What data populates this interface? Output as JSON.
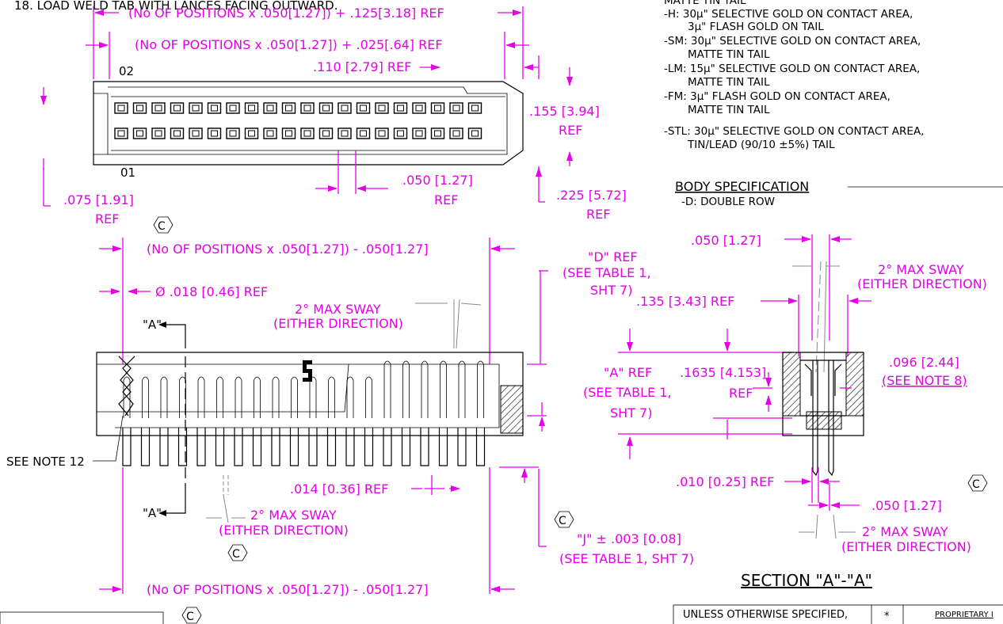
{
  "colors": {
    "dimension": "#e600e6",
    "outline": "#000000"
  },
  "top_note": "18. LOAD WELD TAB WITH LANCES FACING OUTWARD.",
  "top_view": {
    "dim_overall": "(No OF POSITIONS x .050[1.27]) + .125[3.18] REF",
    "dim_inner": "(No OF POSITIONS x .050[1.27]) + .025[.64] REF",
    "dim_offset": ".110 [2.79]  REF",
    "row_label_top": "02",
    "row_label_bottom": "01",
    "dim_height_val": ".155 [3.94]",
    "dim_height_ref": "REF",
    "dim_pitch_val": ".050 [1.27]",
    "dim_pitch_ref": "REF",
    "dim_left_val": ".075 [1.91]",
    "dim_left_ref": "REF",
    "dim_depth_val": ".225 [5.72]",
    "dim_depth_ref": "REF"
  },
  "plating_spec": {
    "lines": [
      "MATTE TIN TAIL",
      "-H: 30µ\" SELECTIVE GOLD ON CONTACT AREA,",
      "3µ\" FLASH GOLD ON TAIL",
      "-SM: 30µ\" SELECTIVE GOLD ON CONTACT AREA,",
      "MATTE TIN TAIL",
      "-LM: 15µ\" SELECTIVE GOLD ON CONTACT AREA,",
      "MATTE TIN TAIL",
      "-FM: 3µ\" FLASH GOLD ON CONTACT AREA,",
      "MATTE TIN TAIL",
      "-STL: 30µ\" SELECTIVE GOLD ON CONTACT AREA,",
      "TIN/LEAD (90/10 ±5%) TAIL"
    ]
  },
  "body_spec": {
    "heading": "BODY SPECIFICATION",
    "item": "-D: DOUBLE ROW"
  },
  "front_view": {
    "revision_symbol": "C",
    "dim_span_top": "(No OF POSITIONS x .050[1.27]) - .050[1.27]",
    "dim_pin_dia": "Ø .018 [0.46]  REF",
    "dim_sway_1_l1": "2° MAX SWAY",
    "dim_sway_1_l2": "(EITHER DIRECTION)",
    "section_label_top": "\"A\"",
    "section_label_bottom": "\"A\"",
    "dim_d_l1": "\"D\" REF",
    "dim_d_l2": "(SEE TABLE 1,",
    "dim_d_l3": "SHT 7)",
    "see_note": "SEE NOTE 12",
    "dim_gap": ".014 [0.36]  REF",
    "dim_sway_2_l1": "2° MAX SWAY",
    "dim_sway_2_l2": "(EITHER DIRECTION)",
    "dim_j_l1": "\"J\" ± .003 [0.08]",
    "dim_j_l2": "(SEE TABLE 1, SHT 7)",
    "dim_span_bottom": "(No OF POSITIONS x .050[1.27]) - .050[1.27]"
  },
  "section_view": {
    "dim_pitch_top": ".050 [1.27]",
    "dim_sway_top_l1": "2° MAX SWAY",
    "dim_sway_top_l2": "(EITHER DIRECTION)",
    "dim_width": ".135 [3.43]  REF",
    "dim_a_l1": "\"A\" REF",
    "dim_a_l2": "(SEE TABLE 1,",
    "dim_a_l3": "SHT 7)",
    "dim_height_val": ".1635 [4.153]",
    "dim_height_ref": "REF",
    "dim_side_val": ".096 [2.44]",
    "dim_side_note": "(SEE NOTE 8)",
    "dim_tail_gap": ".010 [0.25]  REF",
    "dim_pitch_bottom": ".050 [1.27]",
    "dim_sway_bottom_l1": "2° MAX SWAY",
    "dim_sway_bottom_l2": "(EITHER DIRECTION)",
    "title": "SECTION \"A\"-\"A\""
  },
  "title_block": {
    "unless": "UNLESS  OTHERWISE  SPECIFIED,",
    "star": "*",
    "proprietary": "PROPRIETARY I"
  }
}
